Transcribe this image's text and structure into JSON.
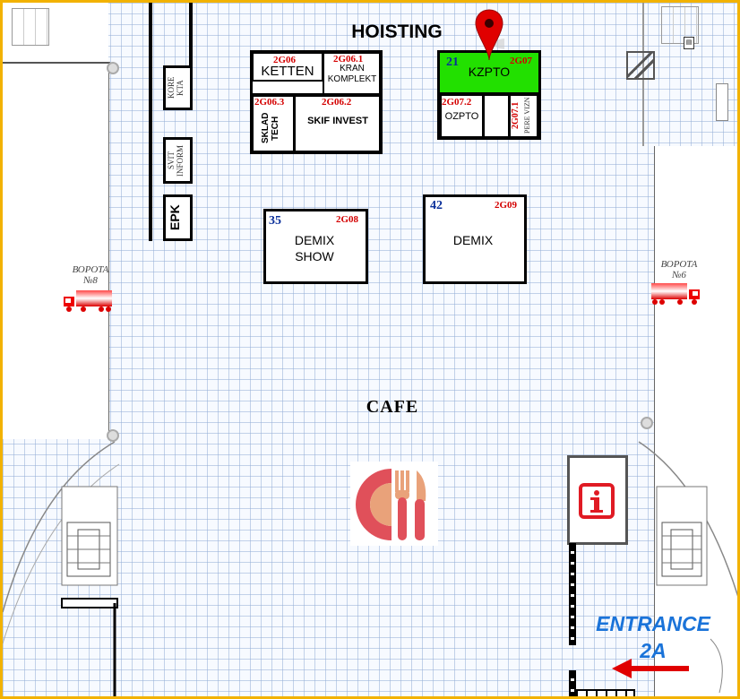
{
  "map": {
    "hall_labels": {
      "hoisting": "HOISTING",
      "cafe": "CAFE"
    },
    "booths": {
      "ketten": {
        "code": "2G06",
        "name": "KETTEN"
      },
      "kran": {
        "code": "2G06.1",
        "name": "KRAN KOMPLEKT"
      },
      "sklad": {
        "code": "2G06.3",
        "name": "SKLAD TECH"
      },
      "skif": {
        "code": "2G06.2",
        "name": "SKIF INVEST"
      },
      "kzpto": {
        "number": "21",
        "code": "2G07",
        "name": "KZPTO",
        "highlight_color": "#22e000"
      },
      "ozpto": {
        "code": "2G07.2",
        "name": "OZPTO"
      },
      "perevizn": {
        "code": "2G07.1",
        "name": "PERE VIZN"
      },
      "demix_show": {
        "number": "35",
        "code": "2G08",
        "name": "DEMIX SHOW"
      },
      "demix": {
        "number": "42",
        "code": "2G09",
        "name": "DEMIX"
      },
      "korekta": {
        "name": "KORE KTA"
      },
      "svit_inform": {
        "name": "SVIT INFORM"
      },
      "epk": {
        "name": "EPK"
      }
    },
    "gates": {
      "left": {
        "line1": "ВОРОТА",
        "line2": "№8"
      },
      "right": {
        "line1": "ВОРОТА",
        "line2": "№6"
      }
    },
    "entrance": {
      "line1": "ENTRANCE",
      "line2": "2A",
      "color": "#1a73d9"
    },
    "icons": {
      "marker": "location-pin-icon",
      "truck": "truck-icon",
      "cafe": "cafe-cutlery-icon",
      "info": "info-icon",
      "arrow": "left-arrow-icon",
      "elevator": "elevator-icon"
    },
    "colors": {
      "border": "#f2b200",
      "code_red": "#d40000",
      "number_blue": "#0a2f9a",
      "info_red": "#e01b24",
      "cafe_red": "#e0505a",
      "cafe_peach": "#e9a27a"
    }
  }
}
